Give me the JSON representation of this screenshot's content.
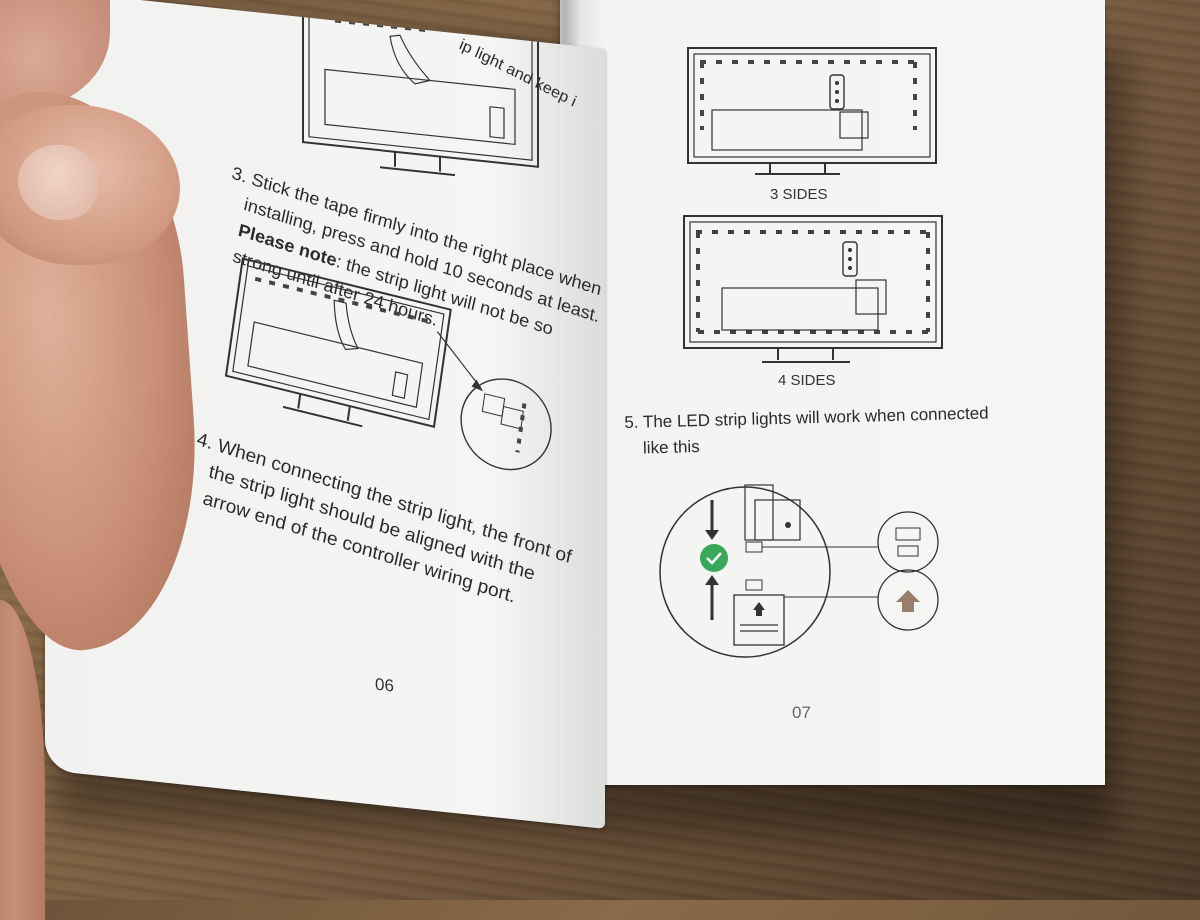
{
  "left_page": {
    "top_fragment": "ip light and keep i",
    "step3": {
      "line1": "3. Stick the tape firmly into the right place when",
      "line2": "installing, press and hold 10 seconds at least.",
      "note_label": "Please note",
      "line3_rest": ": the strip light will not be so",
      "line4": "strong until after 24 hours."
    },
    "step4": {
      "line1": "4. When connecting the strip light, the front of",
      "line2": "the strip light should be aligned with the",
      "line3": "arrow end of the controller wiring port."
    },
    "page_number": "06"
  },
  "right_page": {
    "caption_3_sides": "3 SIDES",
    "caption_4_sides": "4 SIDES",
    "step5": {
      "line1": "5. The LED strip lights will work when connected",
      "line2": "like this"
    },
    "page_number": "07",
    "colors": {
      "check_green": "#3aa85a",
      "arrow_brown": "#9a7e6c"
    }
  }
}
